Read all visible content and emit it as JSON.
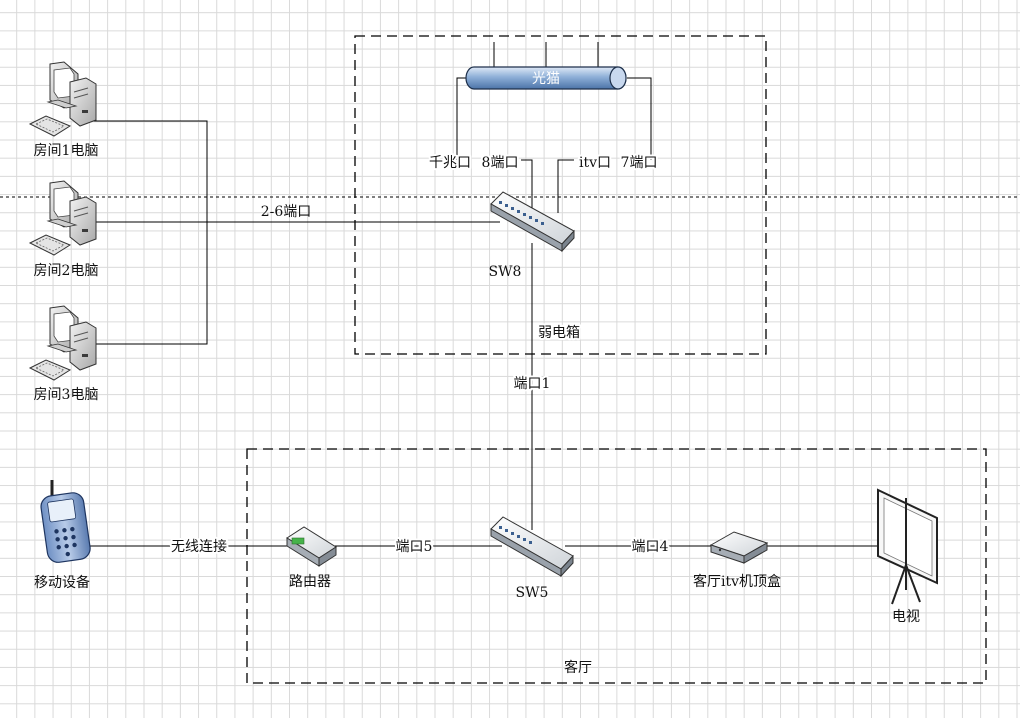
{
  "nodes": {
    "pc1": "房间1电脑",
    "pc2": "房间2电脑",
    "pc3": "房间3电脑",
    "modem": "光猫",
    "sw8": "SW8",
    "sw5": "SW5",
    "mobile": "移动设备",
    "router": "路由器",
    "stb": "客厅itv机顶盒",
    "tv": "电视"
  },
  "zones": {
    "cabinet": "弱电箱",
    "living_room": "客厅"
  },
  "links": {
    "gigabit_port": "千兆口",
    "port8": "8端口",
    "itv_port": "itv口",
    "port7": "7端口",
    "ports_2_6": "2-6端口",
    "port1": "端口1",
    "wireless": "无线连接",
    "port5": "端口5",
    "port4": "端口4"
  }
}
